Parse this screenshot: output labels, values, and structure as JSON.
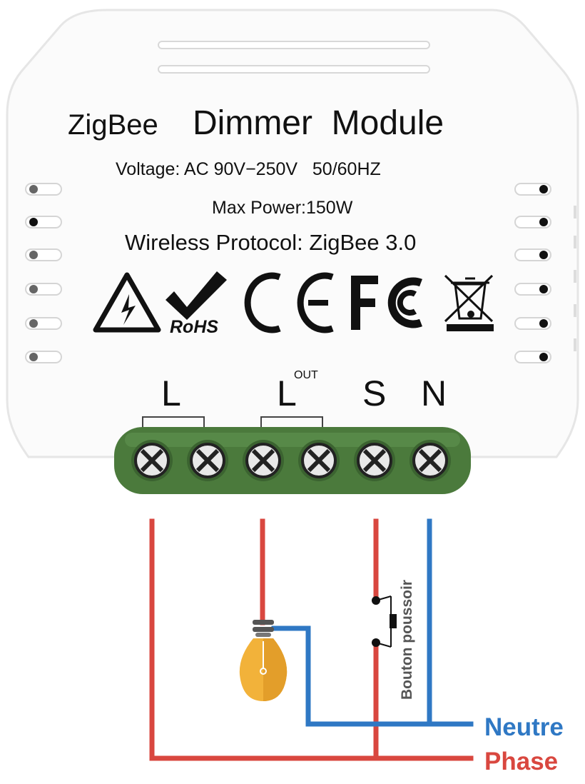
{
  "module": {
    "title_part1": "ZigBee",
    "title_part2": "Dimmer  Module",
    "voltage": "Voltage: AC 90V−250V   50/60HZ",
    "max_power": "Max Power:150W",
    "protocol": "Wireless Protocol: ZigBee 3.0",
    "rohs_label": "RoHS",
    "ce_label": "C €",
    "fcc_label": "FC",
    "icons": [
      "warning-high-voltage-icon",
      "rohs-check-icon",
      "ce-mark-icon",
      "fcc-mark-icon",
      "weee-bin-icon"
    ]
  },
  "terminals": {
    "l_label": "L",
    "lout_label": "L",
    "lout_superscript": "OUT",
    "s_label": "S",
    "n_label": "N",
    "screw_count": 6
  },
  "wiring": {
    "button_label": "Bouton poussoir",
    "neutral_label": "Neutre",
    "phase_label": "Phase",
    "colors": {
      "phase": "#d9473f",
      "neutral": "#2f78c4",
      "terminal_green": "#4b7a3c",
      "bulb": "#f2b23a"
    }
  }
}
